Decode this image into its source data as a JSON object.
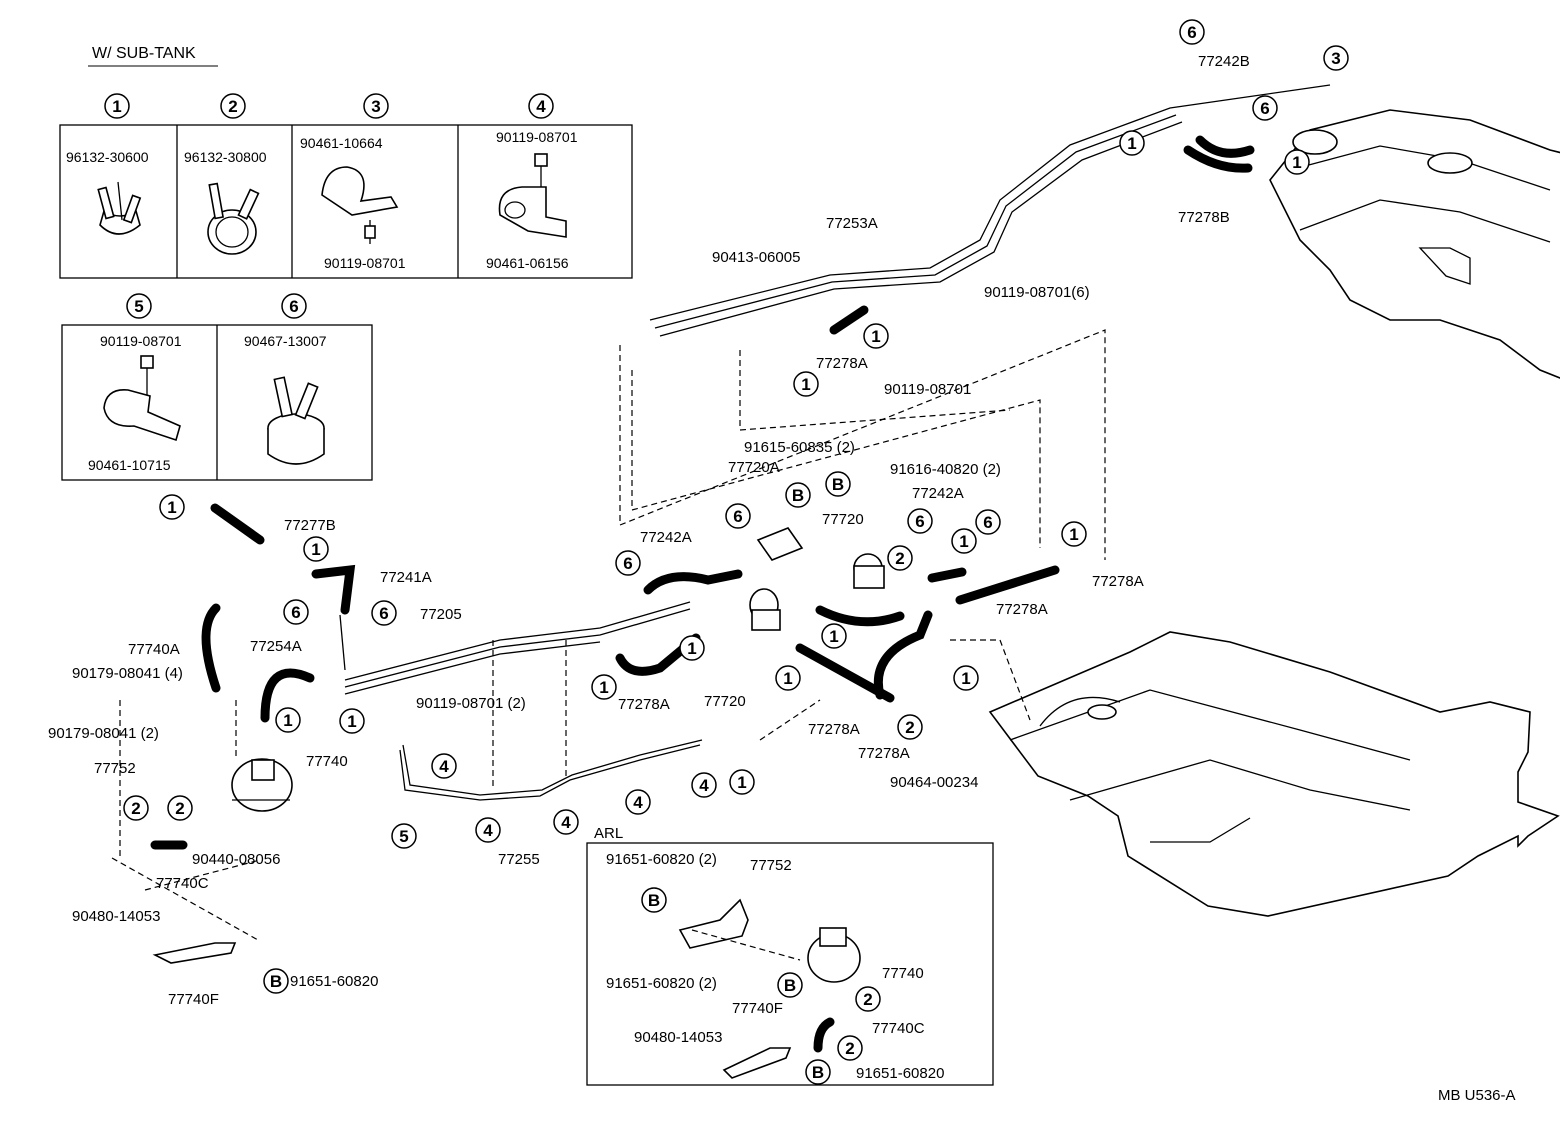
{
  "header": {
    "title": "W/ SUB-TANK"
  },
  "footer": {
    "code": "MB  U536-A"
  },
  "arl": {
    "title": "ARL"
  },
  "legend": [
    {
      "key": "1",
      "parts": [
        "96132-30600"
      ]
    },
    {
      "key": "2",
      "parts": [
        "96132-30800"
      ]
    },
    {
      "key": "3",
      "parts": [
        "90461-10664",
        "90119-08701"
      ]
    },
    {
      "key": "4",
      "parts": [
        "90119-08701",
        "90461-06156"
      ]
    },
    {
      "key": "5",
      "parts": [
        "90119-08701",
        "90461-10715"
      ]
    },
    {
      "key": "6",
      "parts": [
        "90467-13007"
      ]
    }
  ],
  "labels": [
    "77242B",
    "77278B",
    "90119-08701(6)",
    "77253A",
    "90413-06005",
    "77278A",
    "90119-08701",
    "91615-60835 (2)",
    "77720A",
    "91616-40820 (2)",
    "77242A",
    "77720",
    "77242A",
    "77278A",
    "77278A",
    "77277B",
    "77241A",
    "77205",
    "77740A",
    "77254A",
    "90179-08041 (4)",
    "90179-08041 (2)",
    "77752",
    "77740",
    "90119-08701 (2)",
    "77278A",
    "77720",
    "77278A",
    "77278A",
    "90464-00234",
    "90440-08056",
    "77740C",
    "77255",
    "90480-14053",
    "77740F",
    "91651-60820",
    "91651-60820 (2)",
    "77752",
    "91651-60820 (2)",
    "77740",
    "77740F",
    "77740C",
    "90480-14053",
    "91651-60820"
  ],
  "callouts": [
    "1",
    "2",
    "3",
    "4",
    "5",
    "6",
    "B"
  ]
}
